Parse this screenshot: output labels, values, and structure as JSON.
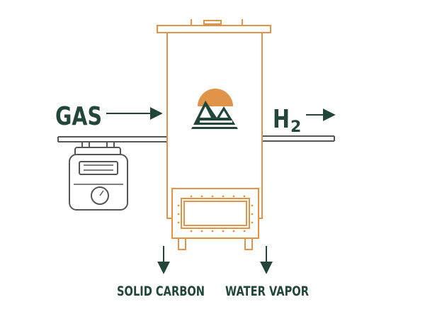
{
  "labels": {
    "input": "GAS",
    "output_symbol": "H",
    "output_subscript": "2",
    "bottom_left": "SOLID CARBON",
    "bottom_right": "WATER VAPOR"
  },
  "icons": {
    "logo": "mountain-sun-logo",
    "meter": "gas-meter-icon",
    "reactor": "reactor-vessel"
  },
  "colors": {
    "orange": "#e0944a",
    "green": "#22463a",
    "line_gray": "#555555"
  }
}
